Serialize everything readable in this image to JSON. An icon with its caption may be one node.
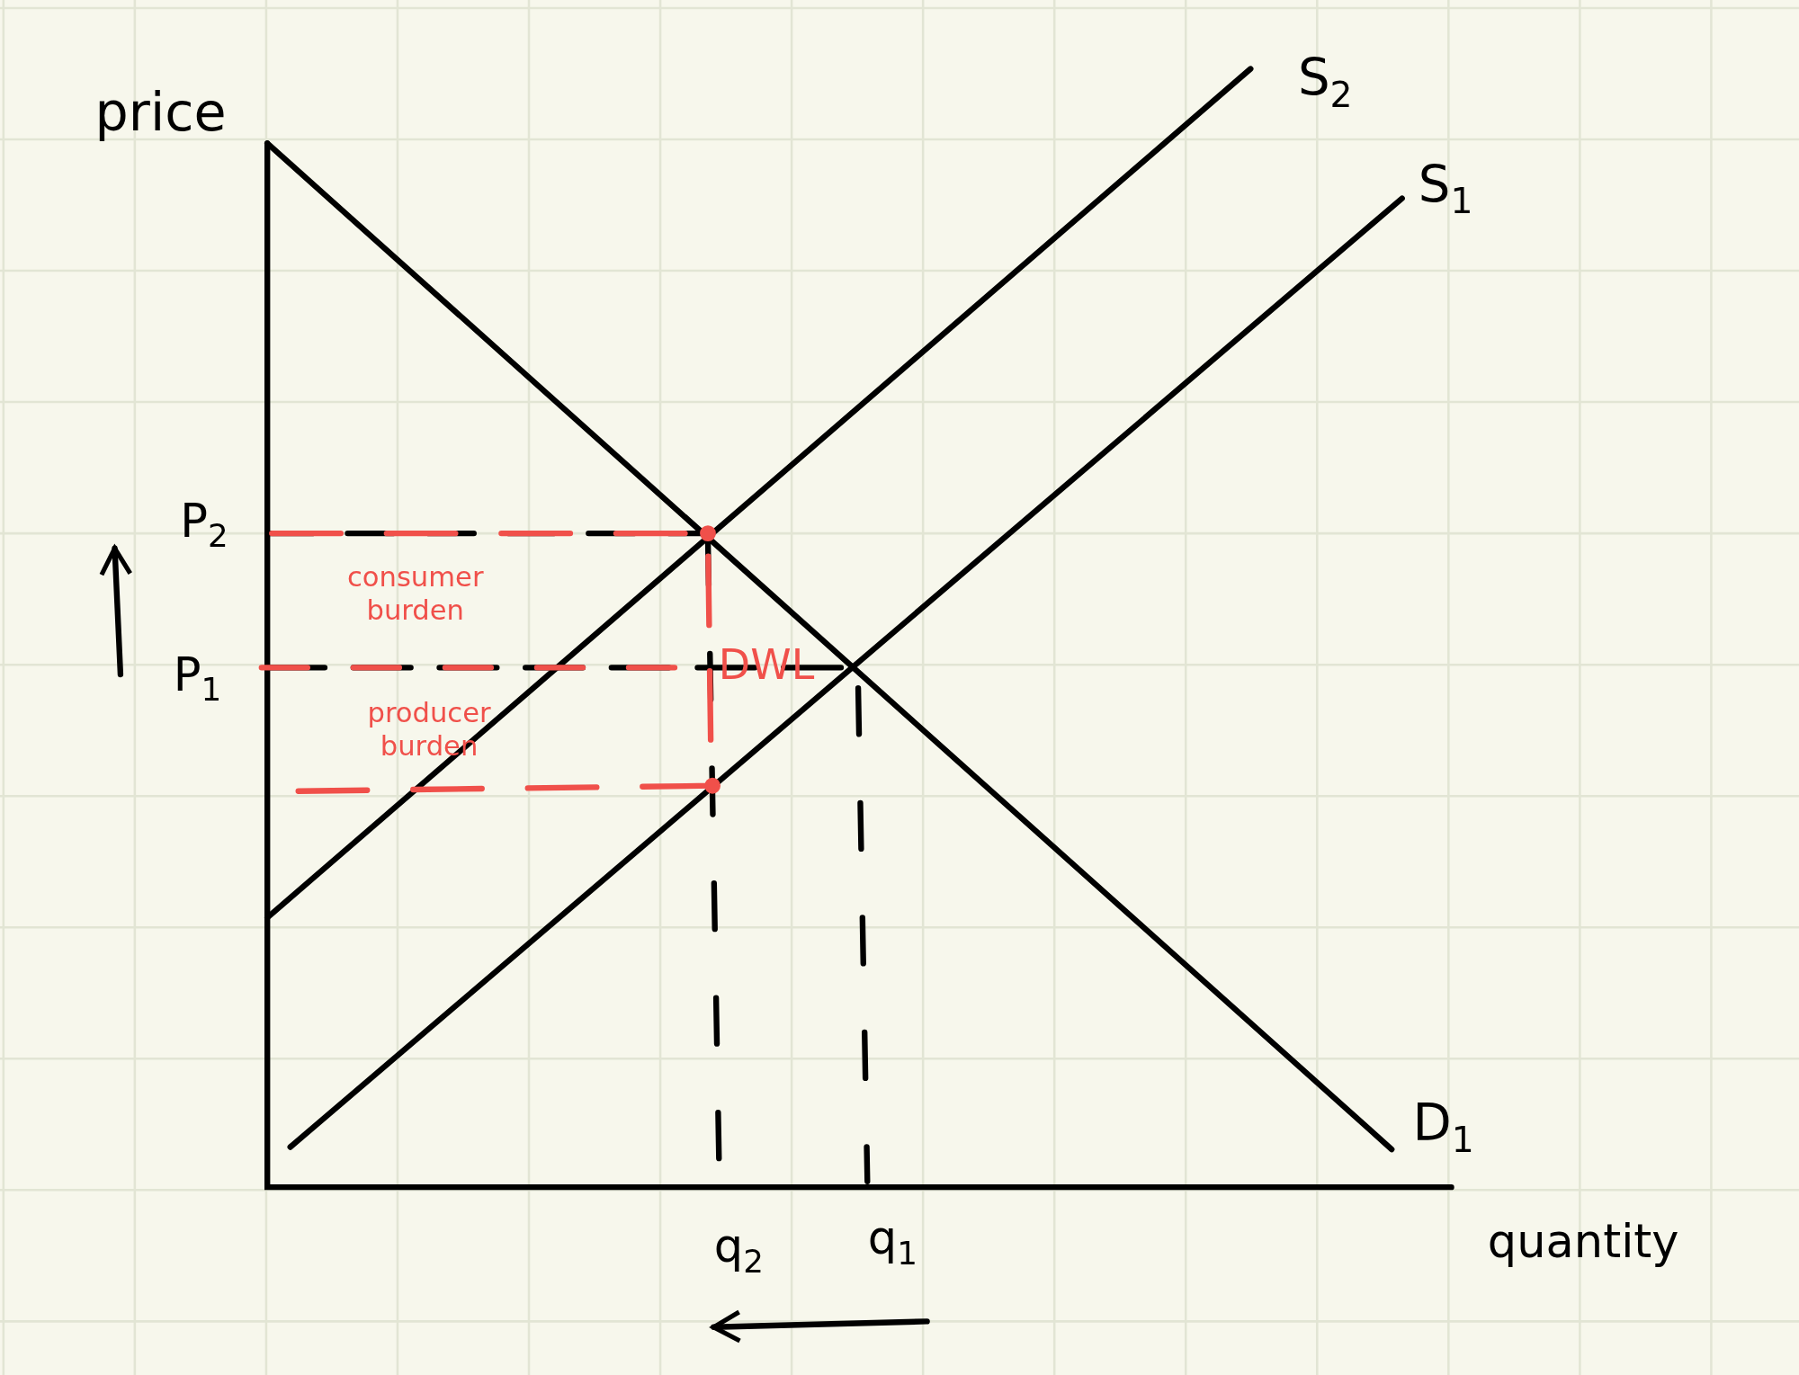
{
  "diagram": {
    "labels": [
      "price",
      "S$_{2}$",
      "S$_{1}$",
      "P$_{2}$",
      "consumer burden",
      "P$_{1}$",
      "DWL",
      "producer burden",
      "D$_{1}$",
      "quantity",
      "q$_{2}$",
      "q$_{1}$"
    ]
  }
}
